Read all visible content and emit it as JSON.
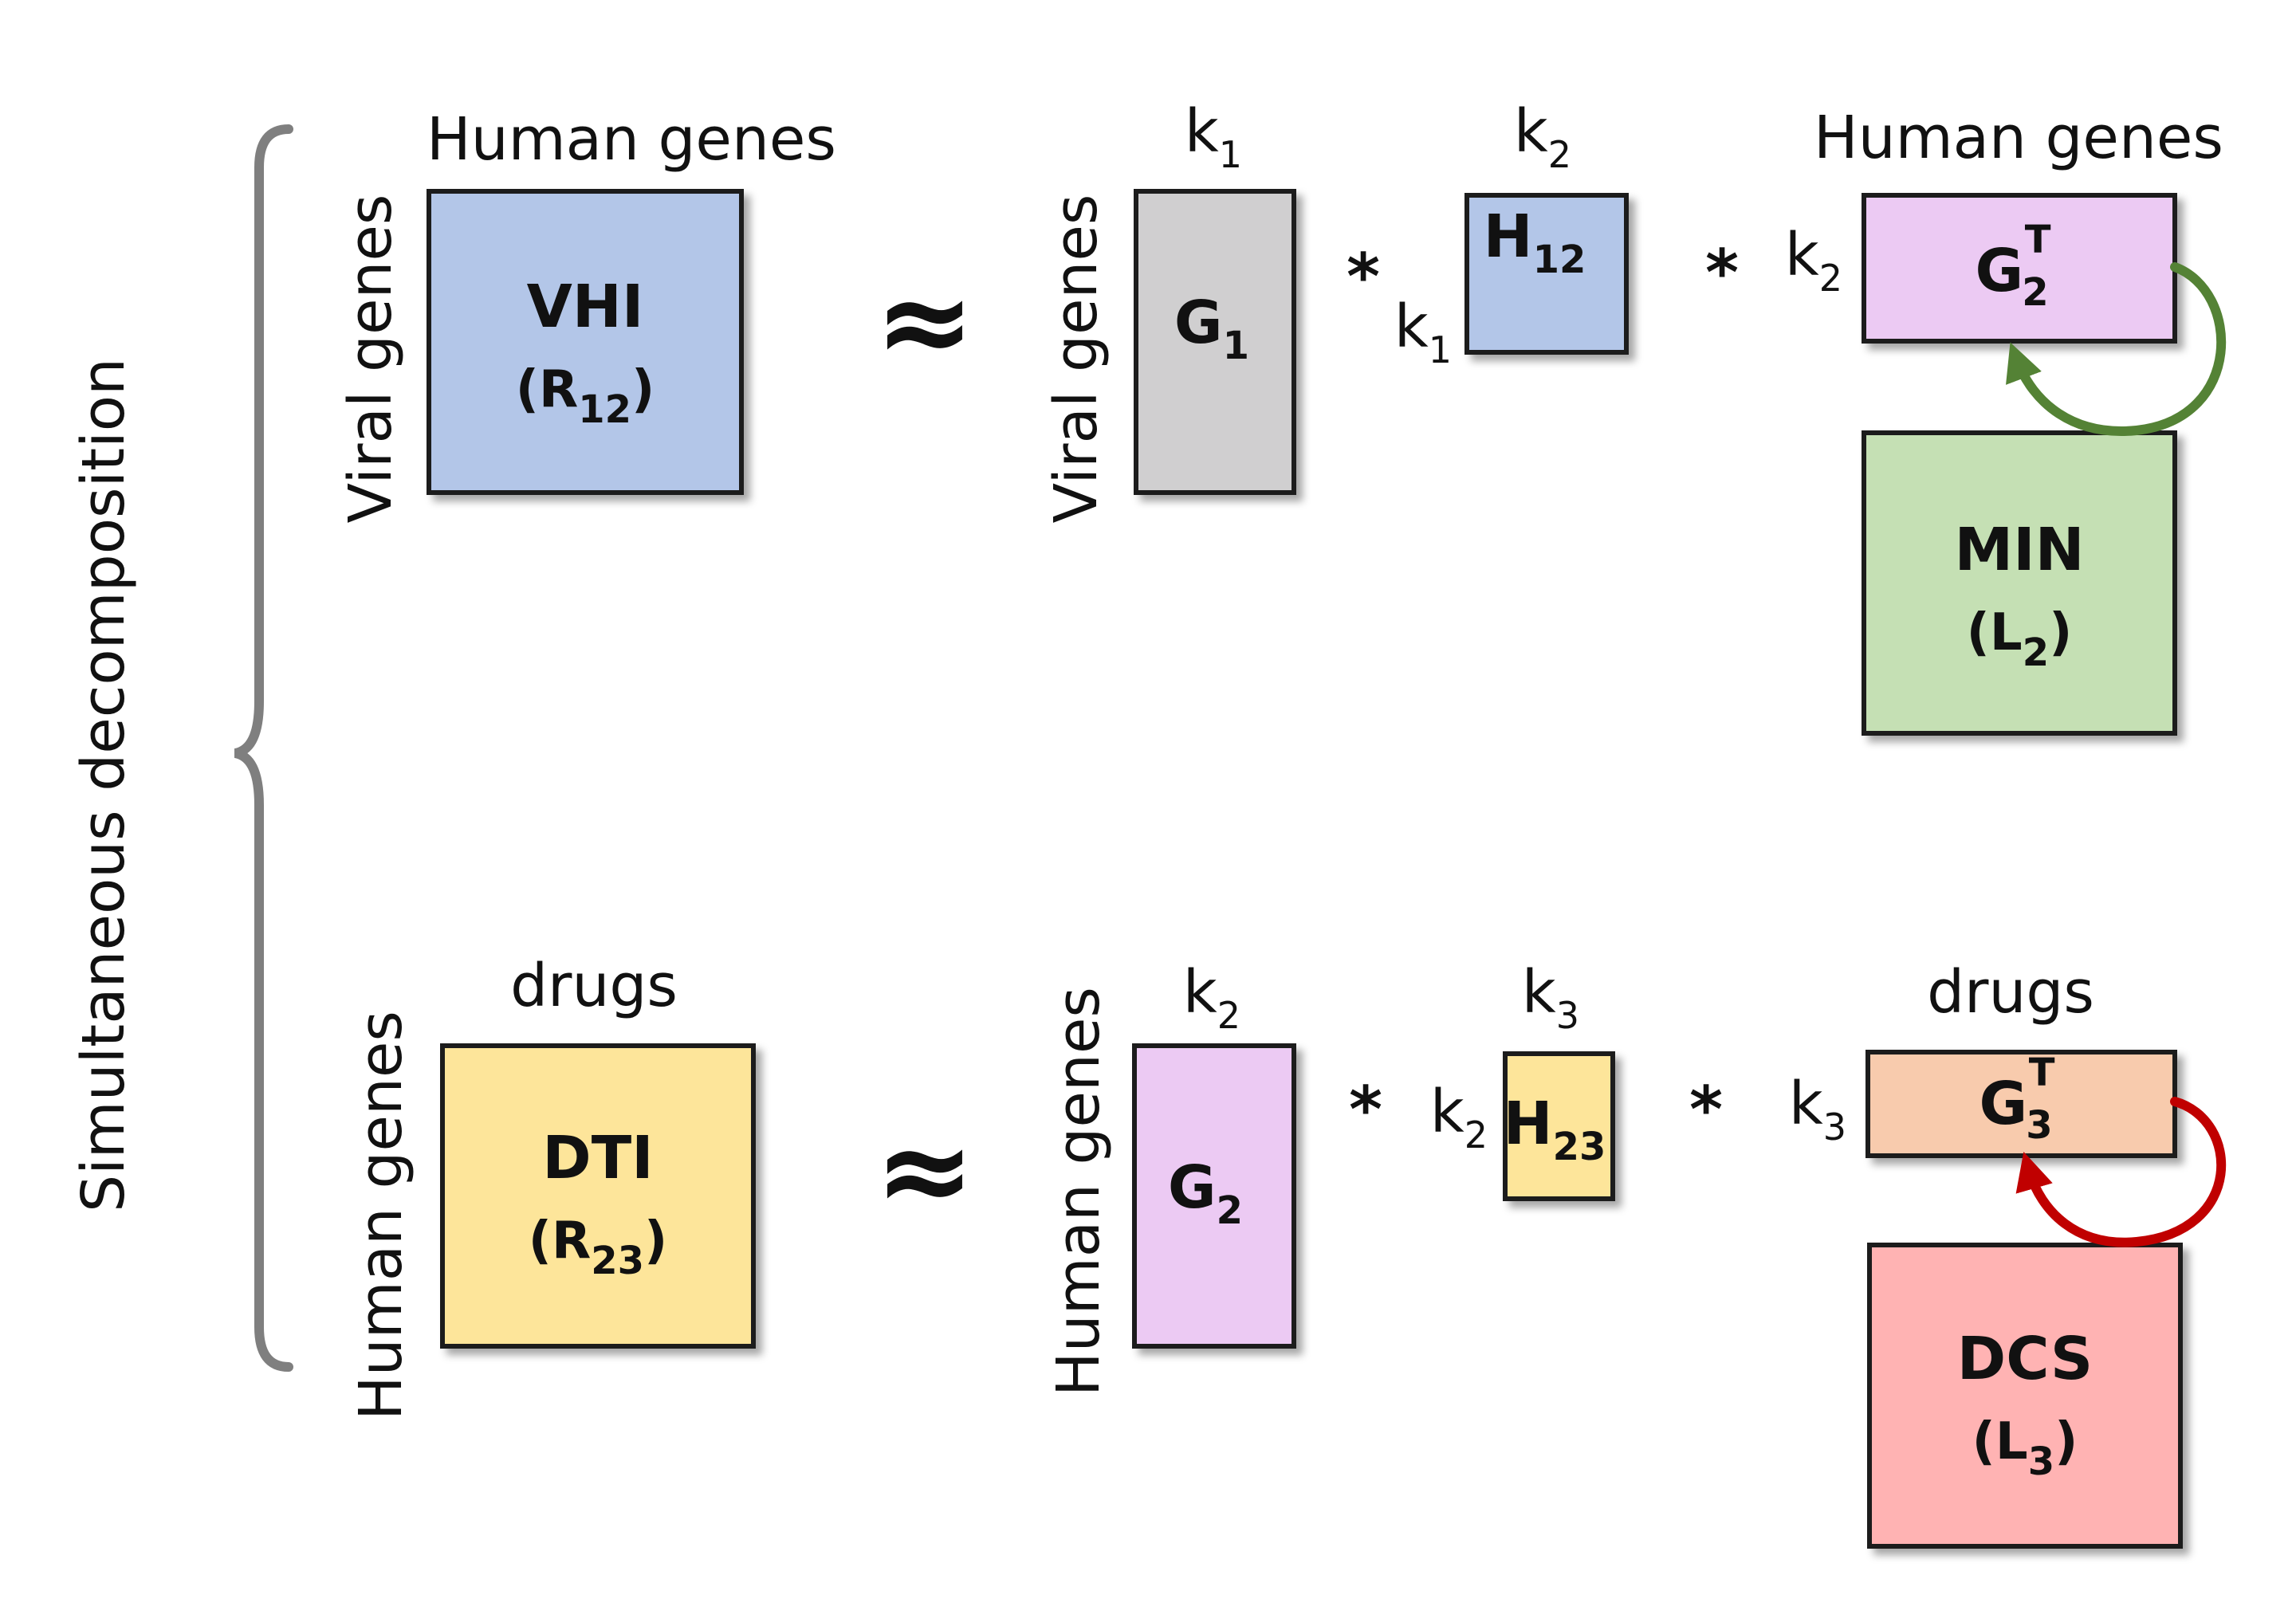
{
  "side_label": "Simultaneous decomposition",
  "row1": {
    "col_label": "Human genes",
    "row_label": "Viral genes",
    "matrix": {
      "name": "VHI",
      "paren_open": "(R",
      "paren_sub": "12",
      "paren_close": ")",
      "color": "#b3c6e8"
    },
    "approx": "≈",
    "g_row_label": "Viral genes",
    "g_col": {
      "base": "k",
      "sub": "1"
    },
    "g": {
      "base": "G",
      "sub": "1",
      "color": "#d0cfd0"
    },
    "star1": "*",
    "h_col": {
      "base": "k",
      "sub": "2"
    },
    "h_row": {
      "base": "k",
      "sub": "1"
    },
    "h": {
      "base": "H",
      "sub": "12",
      "color": "#b3c6e8"
    },
    "star2": "*",
    "gt_row": {
      "base": "k",
      "sub": "2"
    },
    "gt_col_label": "Human genes",
    "gt": {
      "base": "G",
      "sub": "2",
      "sup": "T",
      "color": "#eccaf3"
    },
    "net": {
      "name": "MIN",
      "paren_open": "(L",
      "paren_sub": "2",
      "paren_close": ")",
      "color": "#c5e0b4"
    },
    "arrow_color": "#548235"
  },
  "row2": {
    "col_label": "drugs",
    "row_label": "Human genes",
    "matrix": {
      "name": "DTI",
      "paren_open": "(R",
      "paren_sub": "23",
      "paren_close": ")",
      "color": "#fde59a"
    },
    "approx": "≈",
    "g_row_label": "Human genes",
    "g_col": {
      "base": "k",
      "sub": "2"
    },
    "g": {
      "base": "G",
      "sub": "2",
      "color": "#eccaf3"
    },
    "star1": "*",
    "h_col": {
      "base": "k",
      "sub": "3"
    },
    "h_row": {
      "base": "k",
      "sub": "2"
    },
    "h": {
      "base": "H",
      "sub": "23",
      "color": "#fde59a"
    },
    "star2": "*",
    "gt_row": {
      "base": "k",
      "sub": "3"
    },
    "gt_col_label": "drugs",
    "gt": {
      "base": "G",
      "sub": "3",
      "sup": "T",
      "color": "#f8cbad"
    },
    "net": {
      "name": "DCS",
      "paren_open": "(L",
      "paren_sub": "3",
      "paren_close": ")",
      "color": "#ffb3b3"
    },
    "arrow_color": "#c00000"
  }
}
